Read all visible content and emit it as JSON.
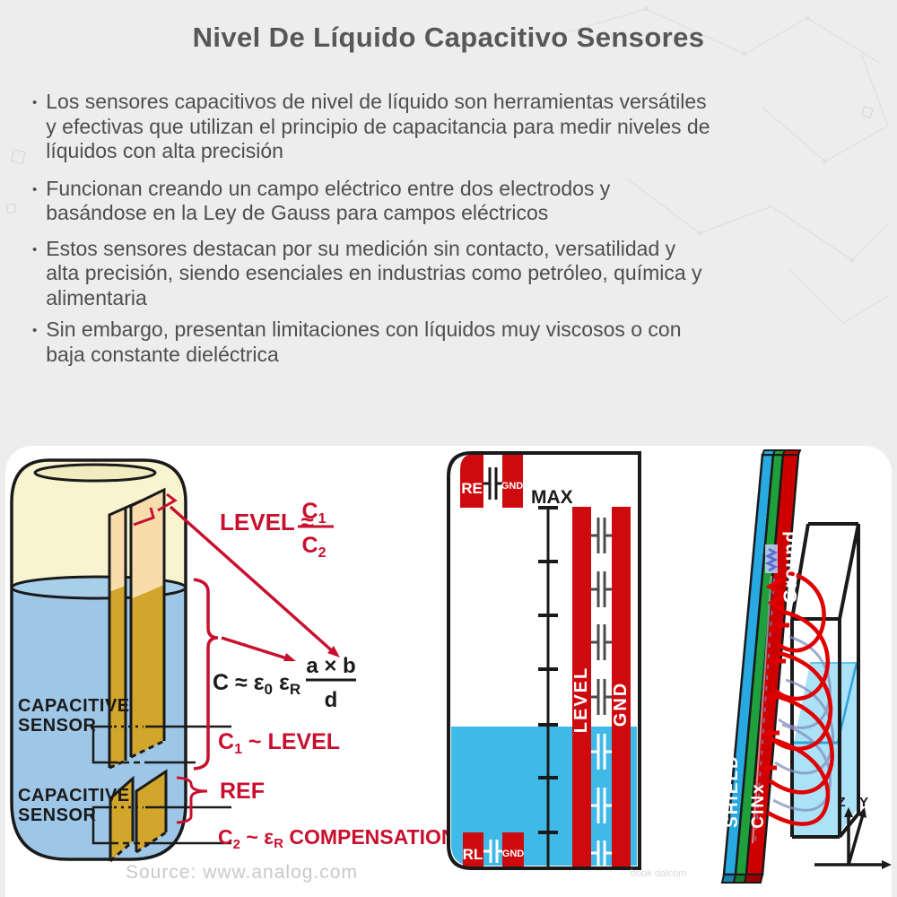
{
  "title": "Nivel De Líquido Capacitivo Sensores",
  "bullet_char": "•",
  "bullets": [
    {
      "lines": [
        "Los sensores capacitivos de nivel de líquido son herramientas versátiles",
        "y efectivas que utilizan el principio de capacitancia para medir niveles de",
        "líquidos con alta precisión"
      ]
    },
    {
      "lines": [
        "Funcionan creando un campo eléctrico entre dos electrodos y",
        "basándose en la Ley de Gauss para campos eléctricos"
      ]
    },
    {
      "lines": [
        "Estos sensores destacan por su medición sin contacto, versatilidad y",
        "alta precisión, siendo esenciales en industrias como petróleo, química y",
        "alimentaria"
      ]
    },
    {
      "lines": [
        "Sin embargo, presentan limitaciones con líquidos muy viscosos o con",
        "baja constante dieléctrica"
      ]
    }
  ],
  "diagram_left": {
    "sensor1_line1": "CAPACITIVE",
    "sensor1_line2": "SENSOR",
    "sensor2_line1": "CAPACITIVE",
    "sensor2_line2": "SENSOR",
    "level_eq": "LEVEL ≈",
    "c1": "C",
    "c1_sub": "1",
    "c2": "C",
    "c2_sub": "2",
    "cap_eq_1": "C ≈ ε",
    "cap_eq_sub0": "0",
    "cap_eq_2": " ε",
    "cap_eq_subR": "R",
    "frac_num": "a × b",
    "frac_den": "d",
    "c1_level_c": "C",
    "c1_level_sub": "1",
    "c1_level_rest": " ~ LEVEL",
    "ref": "REF",
    "c2_comp_c": "C",
    "c2_comp_sub": "2",
    "c2_comp_mid": " ~ ε",
    "c2_comp_subR": "R",
    "c2_comp_rest": " COMPENSATION",
    "source": "Source: www.analog.com"
  },
  "diagram_middle": {
    "re": "RE",
    "gnd_top": "GND",
    "max": "MAX",
    "level_bar": "LEVEL",
    "gnd_bar": "GND",
    "rl": "RL",
    "gnd_bottom": "GND",
    "watermark": "book dalcom"
  },
  "diagram_right": {
    "ground": "Ground",
    "shield": "SHIELD",
    "cinx": "CINx",
    "axis_z": "Z",
    "axis_y": "Y"
  },
  "colors": {
    "bg": "#ededed",
    "card": "#ffffff",
    "title": "#575757",
    "body_text": "#4e4e4e",
    "crimson": "#C8102E",
    "bright_red": "#CF0A0F",
    "mid_blue": "#3FB9E8",
    "tank_blue": "#9EC6E6",
    "pale_yellow": "#F8F4D0",
    "peach": "#F8DCAC",
    "gold": "#D2A52B",
    "layer_blue": "#29A9E1",
    "layer_green": "#1FA03C",
    "layer_red": "#CE0000",
    "liquid_light": "#ABE2F8",
    "ink": "#1a1a1a",
    "source_gray": "#c9c9c9"
  }
}
